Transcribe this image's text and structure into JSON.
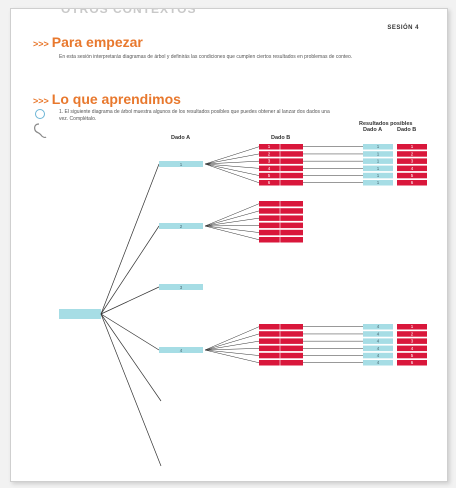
{
  "header": {
    "cut_title": "OTROS CONTEXTOS",
    "session": "SESIÓN 4"
  },
  "section1": {
    "arrows": ">>>",
    "title": "Para empezar",
    "text": "En esta sesión interpretarás diagramas de árbol y definirás las condiciones que cumplen ciertos resultados en problemas de conteo."
  },
  "section2": {
    "arrows": ">>>",
    "title": "Lo que aprendimos",
    "question": "1. El siguiente diagrama de árbol muestra algunos de los resultados posibles que puedes obtener al lanzar dos dados una vez. Complétalo."
  },
  "tree": {
    "dado_a_header": "Dado A",
    "dado_b_header": "Dado B",
    "results_header": "Resultados posibles",
    "result_a_header": "Dado A",
    "result_b_header": "Dado B",
    "branch_labels": [
      "1",
      "2",
      "3",
      "4"
    ],
    "b_values": [
      "1",
      "2",
      "3",
      "4",
      "5",
      "6"
    ],
    "result_a_group1": "1",
    "result_a_group4": "4",
    "result_b_values": [
      "1",
      "2",
      "3",
      "4",
      "5",
      "6"
    ]
  },
  "colors": {
    "accent": "#e8782d",
    "cyan": "#a6dde5",
    "red": "#d9173b",
    "line": "#333333"
  },
  "icons": [
    "refresh-icon",
    "mouse-icon"
  ]
}
